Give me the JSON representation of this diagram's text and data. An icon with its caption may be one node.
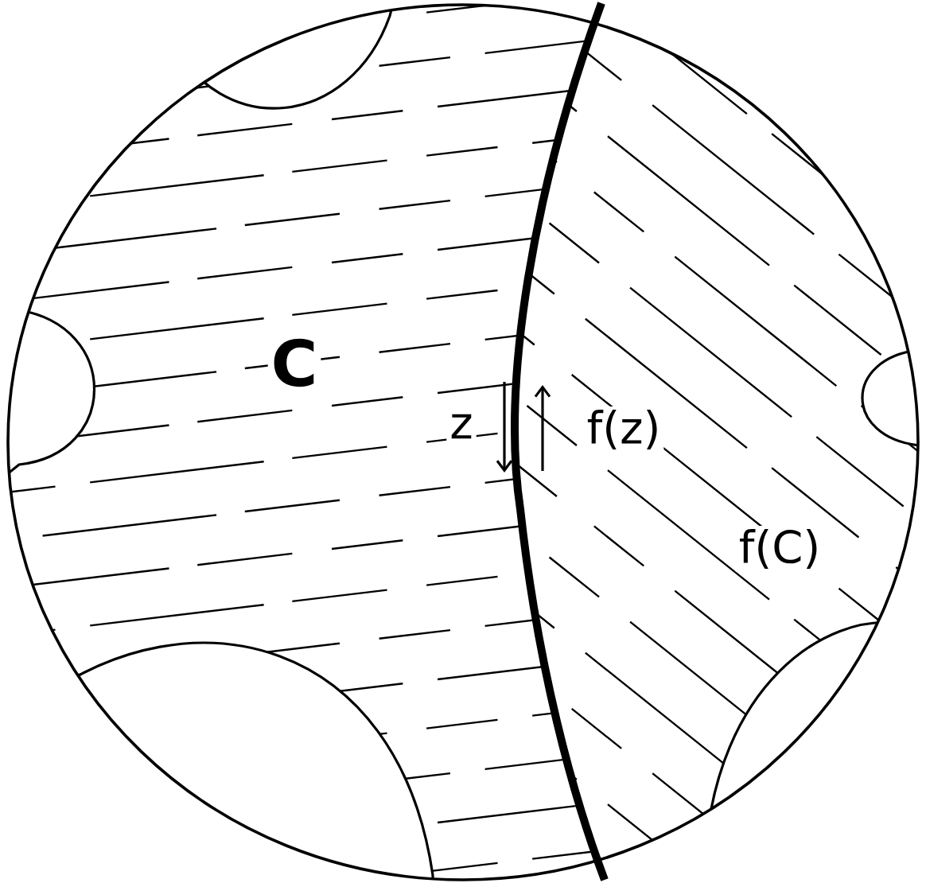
{
  "diagram": {
    "labels": [
      "C",
      "z",
      "f(z)",
      "f(C)"
    ]
  }
}
